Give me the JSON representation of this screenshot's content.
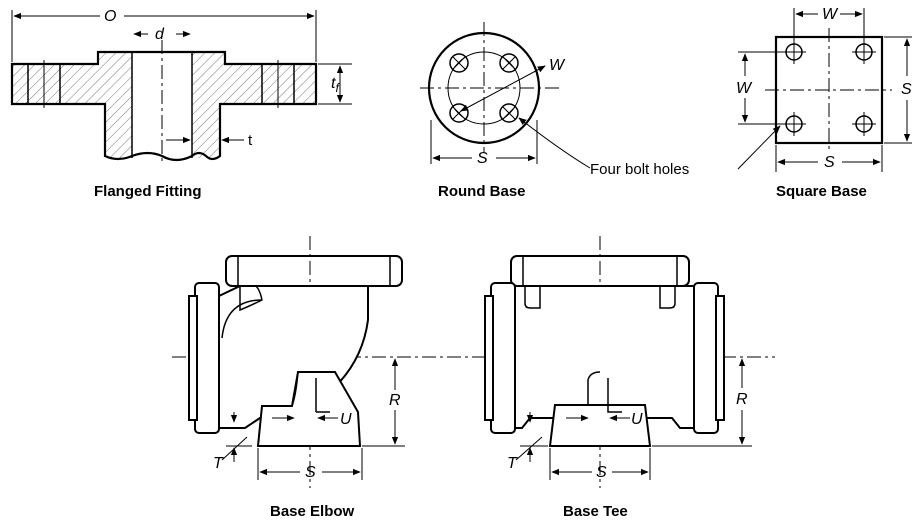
{
  "captions": {
    "flanged": "Flanged Fitting",
    "round": "Round Base",
    "square": "Square Base",
    "elbow": "Base Elbow",
    "tee": "Base Tee"
  },
  "dims": {
    "O": "O",
    "d": "d",
    "t_f": "t",
    "t_f_sub": "f",
    "t": "t",
    "W": "W",
    "S": "S",
    "R": "R",
    "T": "T",
    "U": "U"
  },
  "notes": {
    "bolt_holes": "Four bolt holes"
  }
}
